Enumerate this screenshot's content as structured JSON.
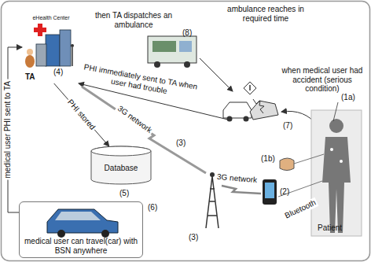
{
  "diagram": {
    "nodes": [
      {
        "text": [
          "eHealth Center",
          "TA"
        ]
      },
      {
        "text": [
          "Database"
        ]
      },
      {
        "text": [
          "medical user can travel(car) with BSN anywhere"
        ]
      }
    ],
    "edges": [
      {
        "from": 0,
        "to": 1,
        "arrow": "to",
        "label": "PHI stored"
      },
      {
        "from": 2,
        "to": 0,
        "arrow": "to",
        "label": "medical user PHI sent to TA"
      }
    ],
    "labels": [
      "then TA dispatches an ambulance",
      "(8)",
      "ambulance reaches in required time",
      "when medical user had accident (serious condition)",
      "PHI immediately sent to TA when user had trouble",
      "(7)",
      "(4)",
      "(5)",
      "3G network",
      "(3)",
      "3G network",
      "(3)",
      "(1a)",
      "(1b)",
      "Patient",
      "Bluetooth",
      "(2)",
      "(6)"
    ]
  }
}
